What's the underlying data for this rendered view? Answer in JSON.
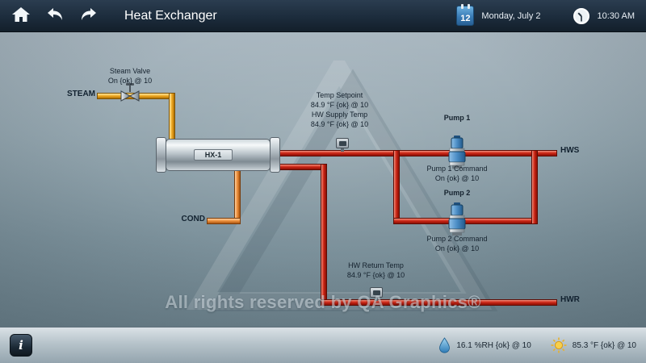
{
  "header": {
    "title": "Heat Exchanger",
    "date": "Monday, July 2",
    "time": "10:30 AM",
    "calendar_day": "12"
  },
  "diagram": {
    "watermark_text": "All rights reserved by QA Graphics®",
    "ports": {
      "steam": "STEAM",
      "cond": "COND",
      "hws": "HWS",
      "hwr": "HWR"
    },
    "heat_exchanger": {
      "label": "HX-1"
    },
    "steam_valve": {
      "title": "Steam Valve",
      "status": "On {ok} @ 10"
    },
    "temp_block": {
      "setpoint_title": "Temp Setpoint",
      "setpoint_value": "84.9 °F {ok} @ 10",
      "supply_title": "HW Supply Temp",
      "supply_value": "84.9 °F {ok} @ 10"
    },
    "pump1": {
      "title": "Pump 1",
      "command_title": "Pump 1 Command",
      "command_status": "On {ok} @ 10"
    },
    "pump2": {
      "title": "Pump 2",
      "command_title": "Pump 2 Command",
      "command_status": "On {ok} @ 10"
    },
    "return_temp": {
      "title": "HW Return Temp",
      "value": "84.9 °F {ok} @ 10"
    }
  },
  "status_bar": {
    "info_icon_glyph": "i",
    "humidity": "16.1 %RH {ok} @ 10",
    "outdoor_temp": "85.3 °F {ok} @ 10"
  },
  "colors": {
    "header_bg": "#1c2c3c",
    "steam_pipe": "#e49c17",
    "condensate_pipe": "#f0933f",
    "hot_water_pipe": "#c22012",
    "accent_blue": "#3a7cb6"
  }
}
